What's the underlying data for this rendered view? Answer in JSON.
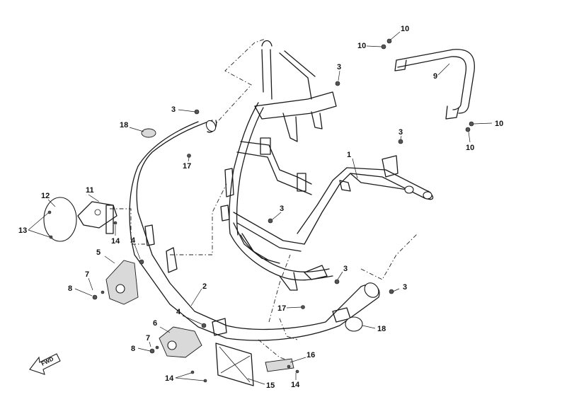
{
  "diagram": {
    "callouts": {
      "frame_main": "1",
      "front_tube": "2",
      "bolt_a": "3",
      "bolt_b": "3",
      "bolt_c": "3",
      "bolt_d": "3",
      "bolt_e": "3",
      "bolt_f": "3",
      "nut_a": "4",
      "nut_b": "4",
      "guard_upper": "5",
      "guard_lower": "6",
      "washer_a": "7",
      "washer_b": "7",
      "nut8_a": "8",
      "nut8_b": "8",
      "rear_rack": "9",
      "bolt10_a": "10",
      "bolt10_b": "10",
      "bolt10_c": "10",
      "bolt10_d": "10",
      "bracket_11": "11",
      "reflector_12": "12",
      "screw_13": "13",
      "screw_14_a": "14",
      "screw_14_b": "14",
      "screw_14_c": "14",
      "plate_15": "15",
      "bracket_16": "16",
      "clip_17_a": "17",
      "clip_17_b": "17",
      "cap_18_a": "18",
      "cap_18_b": "18"
    },
    "fwd_label": "FWD"
  }
}
